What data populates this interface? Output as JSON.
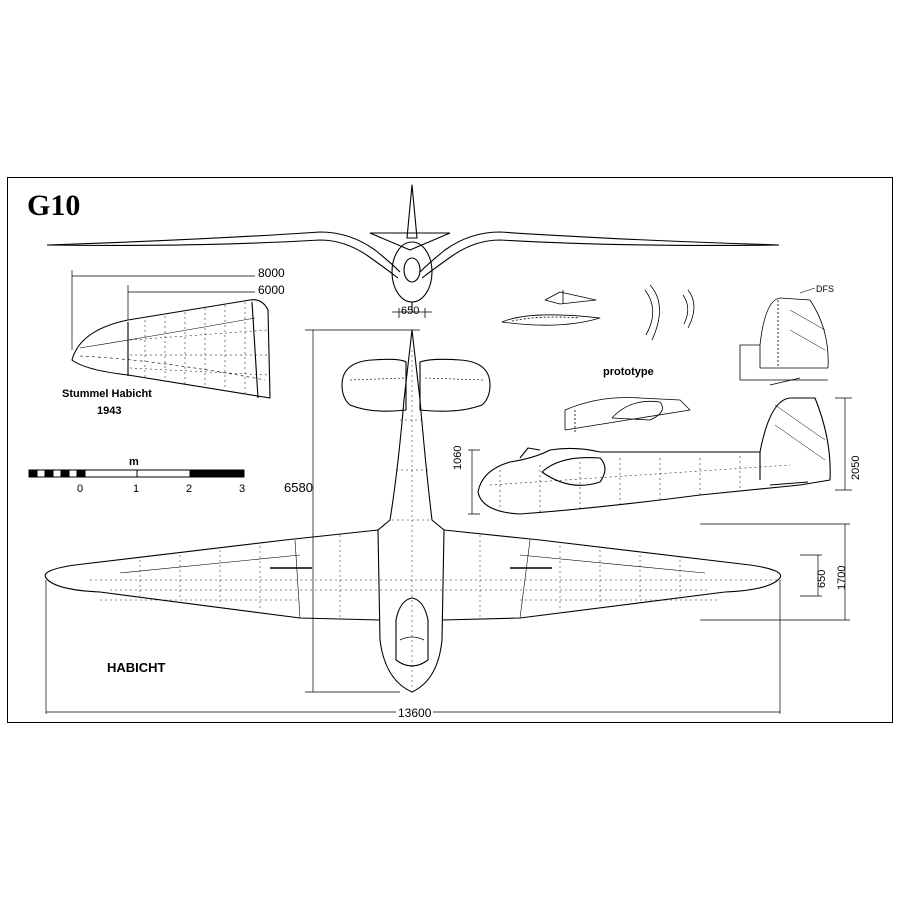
{
  "title": "G10",
  "labels": {
    "stummel_name": "Stummel Habicht",
    "stummel_year": "1943",
    "prototype": "prototype",
    "main_name": "HABICHT",
    "dfs": "DFS"
  },
  "scale_bar": {
    "unit": "m",
    "ticks": [
      "0",
      "1",
      "2",
      "3"
    ]
  },
  "dimensions": {
    "span_8000": "8000",
    "span_6000": "6000",
    "fuselage_width_front": "650",
    "length": "6580",
    "height_1060": "1060",
    "height_2050": "2050",
    "chord_650": "650",
    "chord_1700": "1700",
    "span_13600": "13600"
  },
  "colors": {
    "ink": "#000000",
    "paper": "#ffffff"
  }
}
